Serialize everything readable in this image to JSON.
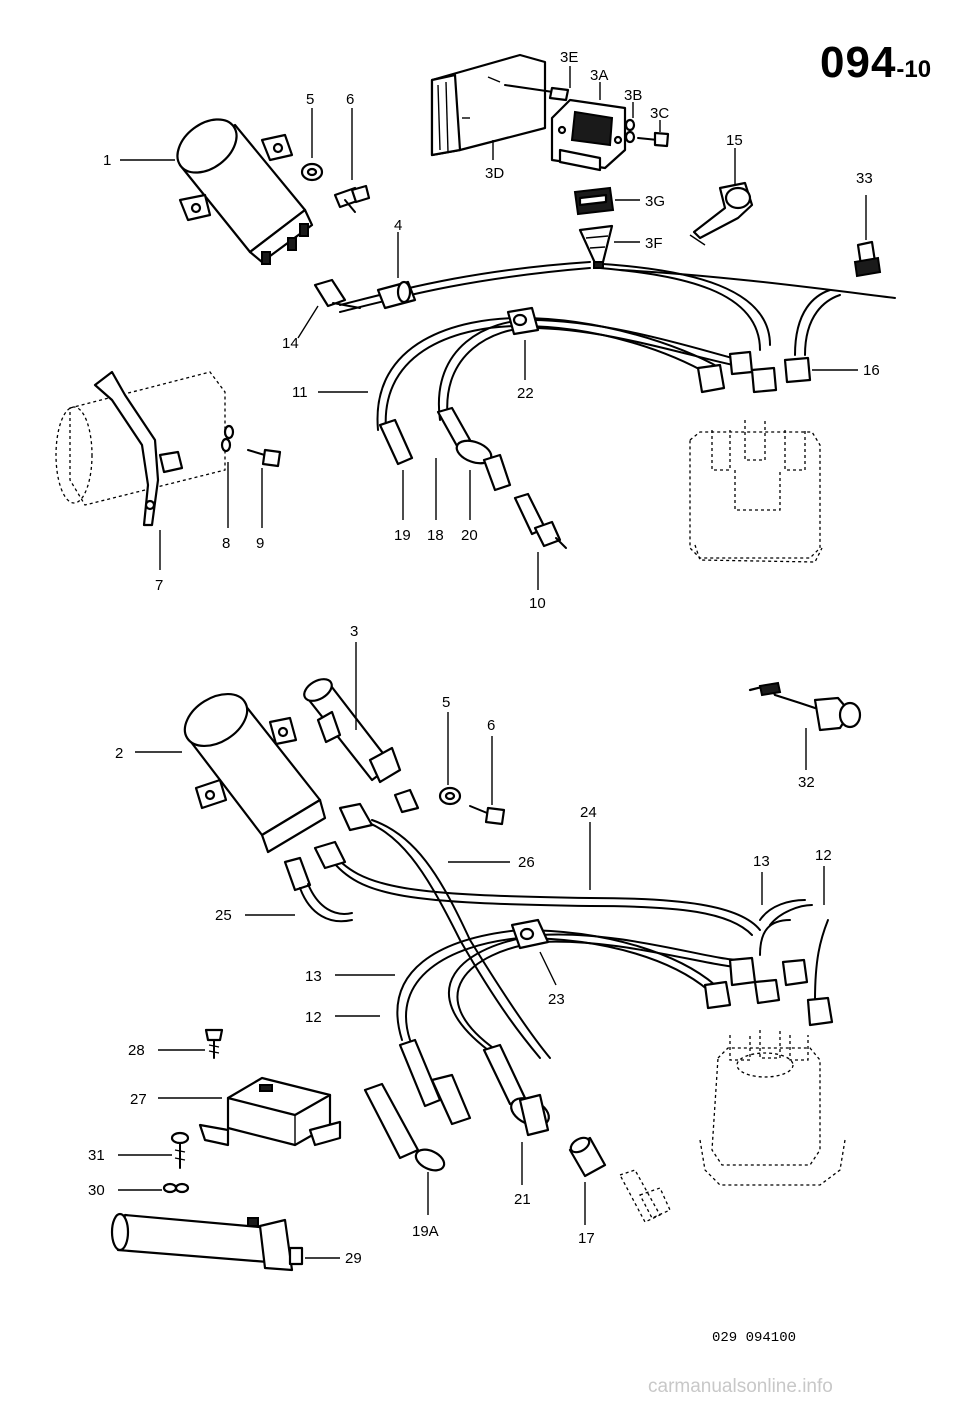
{
  "page_number": {
    "main": "094",
    "separator": "-",
    "sub": "10"
  },
  "catalog_code": "029 094100",
  "watermark": "carmanualsonline.info",
  "callouts": {
    "c1": "1",
    "c5a": "5",
    "c6a": "6",
    "c3e": "3E",
    "c3a": "3A",
    "c3b": "3B",
    "c3c": "3C",
    "c3d": "3D",
    "c3g": "3G",
    "c3f": "3F",
    "c15": "15",
    "c33": "33",
    "c4": "4",
    "c14": "14",
    "c11": "11",
    "c22": "22",
    "c16": "16",
    "c19": "19",
    "c18": "18",
    "c20": "20",
    "c10": "10",
    "c7": "7",
    "c8": "8",
    "c9": "9",
    "c3": "3",
    "c5b": "5",
    "c6b": "6",
    "c2": "2",
    "c32": "32",
    "c24": "24",
    "c26": "26",
    "c13a": "13",
    "c12a": "12",
    "c25": "25",
    "c13b": "13",
    "c12b": "12",
    "c23": "23",
    "c28": "28",
    "c27": "27",
    "c31": "31",
    "c30": "30",
    "c29": "29",
    "c19a": "19A",
    "c21": "21",
    "c17": "17"
  }
}
